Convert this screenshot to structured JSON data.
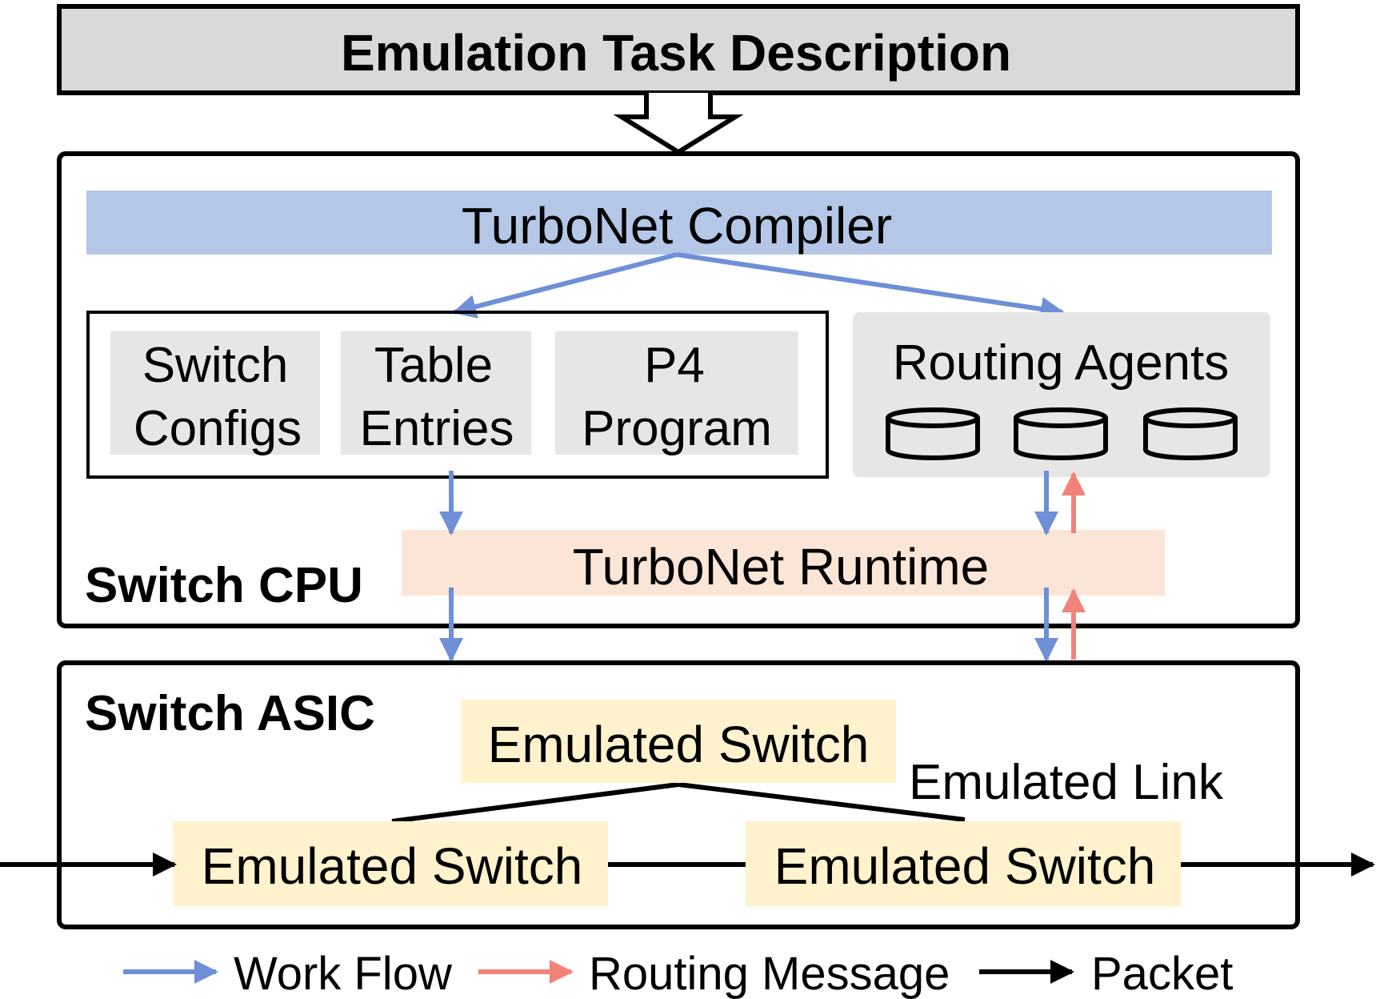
{
  "title": "Emulation Task Description",
  "switch_cpu": {
    "label": "Switch CPU",
    "compiler": "TurboNet Compiler",
    "artifacts": [
      {
        "line1": "Switch",
        "line2": "Configs"
      },
      {
        "line1": "Table",
        "line2": "Entries"
      },
      {
        "line1": "P4",
        "line2": "Program"
      }
    ],
    "routing_agents": "Routing Agents",
    "runtime": "TurboNet Runtime"
  },
  "switch_asic": {
    "label": "Switch ASIC",
    "top_switch": "Emulated Switch",
    "left_switch": "Emulated Switch",
    "right_switch": "Emulated Switch",
    "link_label": "Emulated Link"
  },
  "legend": {
    "work_flow": "Work Flow",
    "routing_message": "Routing Message",
    "packet": "Packet"
  },
  "colors": {
    "work_flow": "#6f8fd6",
    "routing_message": "#f2827a",
    "packet": "#000000",
    "compiler_fill": "#b4c7e7",
    "runtime_fill": "#fbe5d6",
    "switch_fill": "#fff2cc",
    "gray_fill": "#e6e6e6",
    "title_fill": "#d9d9d9"
  }
}
